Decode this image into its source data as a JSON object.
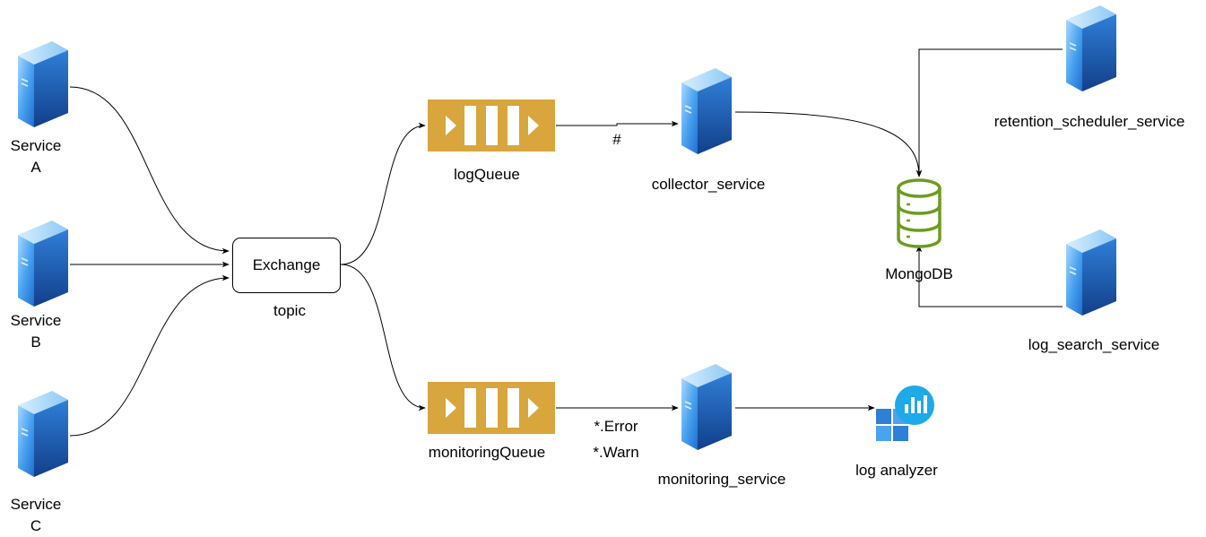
{
  "diagram": {
    "services": [
      {
        "name": "Service",
        "letter": "A"
      },
      {
        "name": "Service",
        "letter": "B"
      },
      {
        "name": "Service",
        "letter": "C"
      }
    ],
    "exchange": {
      "label": "Exchange",
      "type": "topic"
    },
    "queues": [
      {
        "label": "logQueue"
      },
      {
        "label": "monitoringQueue"
      }
    ],
    "routing_keys": {
      "log": "#",
      "monitoring": [
        "*.Error",
        "*.Warn"
      ]
    },
    "consumers": {
      "collector": "collector_service",
      "monitoring": "monitoring_service",
      "retention": "retention_scheduler_service",
      "search": "log_search_service"
    },
    "database": {
      "label": "MongoDB",
      "color": "#6d9c1e"
    },
    "analyzer": {
      "label": "log analyzer",
      "color": "#1a9ee0"
    },
    "colors": {
      "server_front": "#3f9bea",
      "server_side": "#1f5fb3",
      "queue_fill": "#d8a63d",
      "edge": "#000000"
    }
  }
}
